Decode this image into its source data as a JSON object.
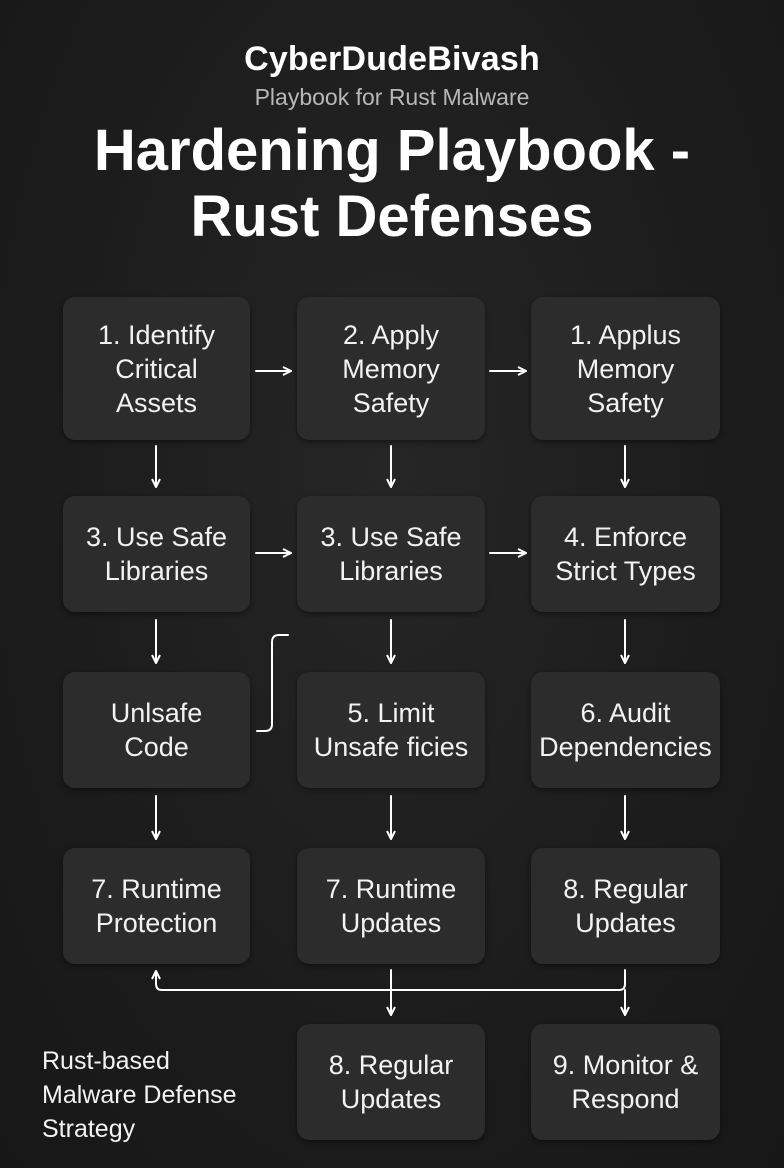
{
  "header": {
    "brand": "CyberDudeBivash",
    "subtitle": "Playbook for Rust Malware",
    "title_line1": "Hardening Playbook -",
    "title_line2": "Rust Defenses"
  },
  "steps": {
    "r1c1": "1. Identify\nCritical\nAssets",
    "r1c2": "2. Apply\nMemory\nSafety",
    "r1c3": "1. Applus\nMemory\nSafety",
    "r2c1": "3. Use Safe\nLibraries",
    "r2c2": "3. Use Safe\nLibraries",
    "r2c3": "4. Enforce\nStrict Types",
    "r3c1": "Unlsafe\nCode",
    "r3c2": "5. Limit\nUnsafe ficies",
    "r3c3": "6. Audit\nDependencies",
    "r4c1": "7. Runtime\nProtection",
    "r4c2": "7. Runtime\nUpdates",
    "r4c3": "8. Regular\nUpdates",
    "r5c2": "8. Regular\nUpdates",
    "r5c3": "9. Monitor &\nRespond"
  },
  "caption": "Rust-based\nMalware Defense\nStrategy",
  "colors": {
    "background": "#1c1c1c",
    "box": "#2c2c2c",
    "text": "#ffffff",
    "subtitle": "#b8b8b8",
    "arrow": "#ffffff"
  }
}
